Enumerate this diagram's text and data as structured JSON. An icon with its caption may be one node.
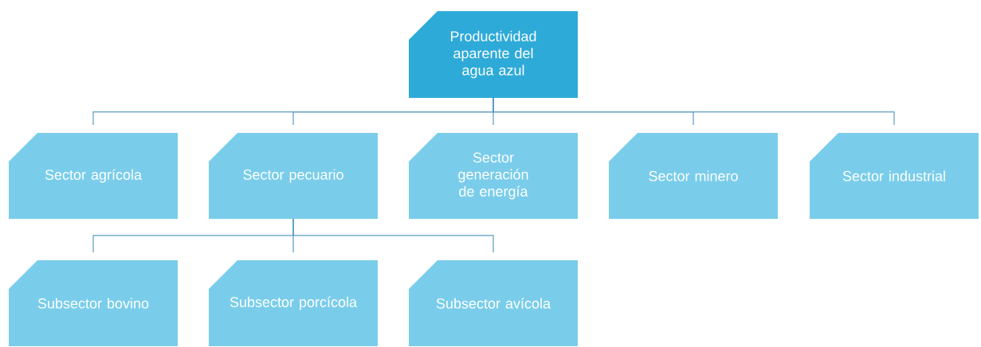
{
  "diagram": {
    "nodes": [
      {
        "text": [
          "Productividad aparente del agua azul"
        ]
      },
      {
        "text": [
          "Sector agrícola"
        ]
      },
      {
        "text": [
          "Sector pecuario"
        ]
      },
      {
        "text": [
          "Sector generación de energía"
        ]
      },
      {
        "text": [
          "Sector minero"
        ]
      },
      {
        "text": [
          "Sector industrial"
        ]
      },
      {
        "text": [
          "Subsector bovino"
        ]
      },
      {
        "text": [
          "Subsector porcícola"
        ]
      },
      {
        "text": [
          "Subsector avícola"
        ]
      }
    ],
    "edges": [
      {
        "from": 0,
        "to": 1,
        "arrow": "none"
      },
      {
        "from": 0,
        "to": 2,
        "arrow": "none"
      },
      {
        "from": 0,
        "to": 3,
        "arrow": "none"
      },
      {
        "from": 0,
        "to": 4,
        "arrow": "none"
      },
      {
        "from": 0,
        "to": 5,
        "arrow": "none"
      },
      {
        "from": 2,
        "to": 6,
        "arrow": "none"
      },
      {
        "from": 2,
        "to": 7,
        "arrow": "none"
      },
      {
        "from": 2,
        "to": 8,
        "arrow": "none"
      }
    ]
  }
}
